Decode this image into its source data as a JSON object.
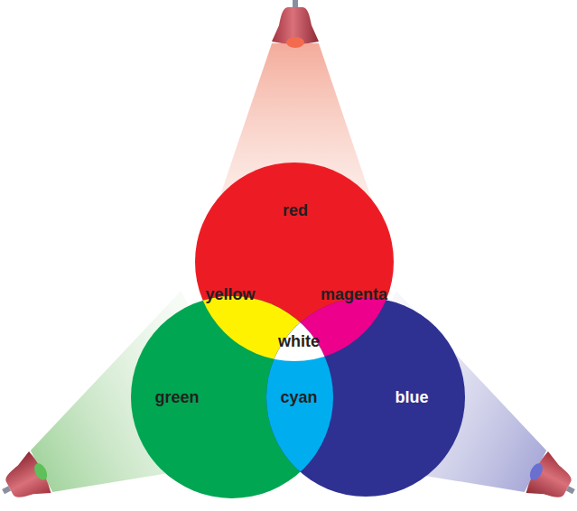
{
  "diagram": {
    "nodes": [
      {
        "text": [
          "red"
        ]
      },
      {
        "text": [
          "green"
        ]
      },
      {
        "text": [
          "blue"
        ]
      }
    ],
    "labels": [
      "yellow",
      "magenta",
      "white",
      "cyan"
    ]
  }
}
